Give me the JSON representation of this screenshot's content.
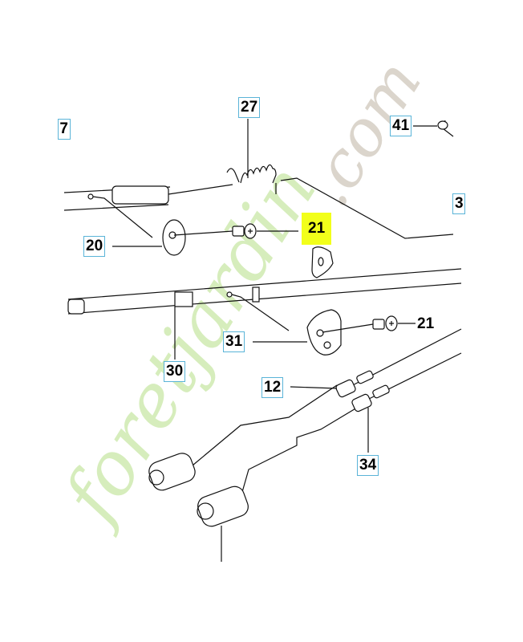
{
  "diagram": {
    "callouts": [
      {
        "id": "27",
        "label": "27",
        "boxed": true
      },
      {
        "id": "41",
        "label": "41",
        "boxed": true
      },
      {
        "id": "20",
        "label": "20",
        "boxed": true
      },
      {
        "id": "21a",
        "label": "21",
        "highlighted": true
      },
      {
        "id": "21b",
        "label": "21",
        "boxed": false
      },
      {
        "id": "31",
        "label": "31",
        "boxed": true
      },
      {
        "id": "30",
        "label": "30",
        "boxed": true
      },
      {
        "id": "12",
        "label": "12",
        "boxed": true
      },
      {
        "id": "34",
        "label": "34",
        "boxed": true
      },
      {
        "id": "edge-left",
        "label": "7",
        "boxed": true
      },
      {
        "id": "edge-right",
        "label": "3",
        "boxed": true
      }
    ],
    "highlight_color": "#f2ff1a",
    "box_color": "#5ab4d8"
  },
  "watermark": {
    "text_main": "foretjardin",
    "text_tld": ".com"
  }
}
